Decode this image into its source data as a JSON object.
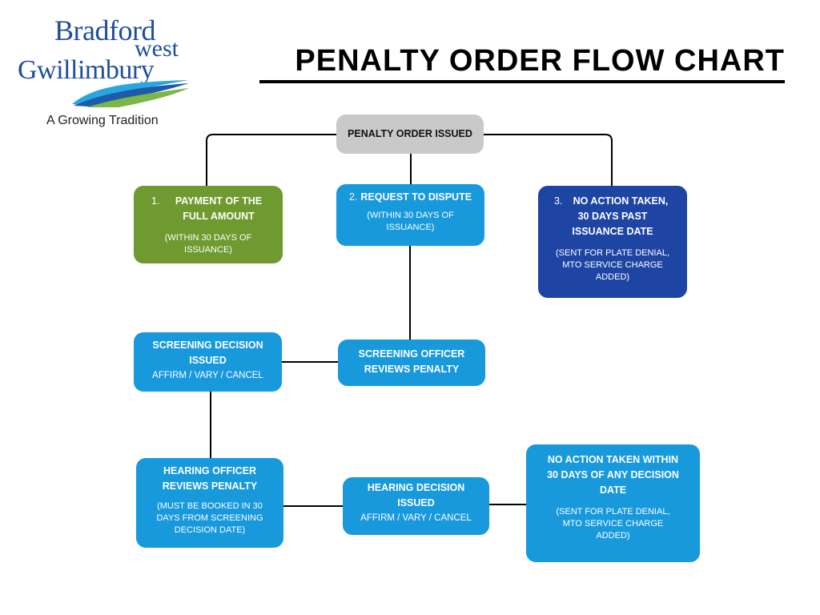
{
  "logo": {
    "line1": "Bradford",
    "line2": "west",
    "line3": "Gwillimbury",
    "tagline": "A Growing Tradition",
    "colors": {
      "text": "#1f4e9c",
      "swoosh_blue": "#1e5cab",
      "swoosh_green": "#7ab648",
      "swoosh_light": "#2aa6de"
    }
  },
  "title": "PENALTY ORDER FLOW CHART",
  "colors": {
    "gray": "#c9c9c9",
    "green": "#6e9a2f",
    "blue": "#1799dc",
    "navy": "#1e45a3",
    "connector": "#000000"
  },
  "boxes": {
    "issued": {
      "title": "PENALTY ORDER ISSUED"
    },
    "payment": {
      "number": "1.",
      "title_line1": "PAYMENT OF THE",
      "title_line2": "FULL AMOUNT",
      "note": "(WITHIN 30 DAYS OF ISSUANCE)"
    },
    "dispute": {
      "number": "2.",
      "title": "REQUEST TO DISPUTE",
      "note": "(WITHIN 30 DAYS OF ISSUANCE)"
    },
    "no_action": {
      "number": "3.",
      "title_line1": "NO ACTION TAKEN,",
      "title_line2": "30 DAYS PAST",
      "title_line3": "ISSUANCE DATE",
      "note": "(SENT FOR PLATE DENIAL, MTO SERVICE CHARGE ADDED)"
    },
    "screening_officer": {
      "title": "SCREENING OFFICER REVIEWS PENALTY"
    },
    "screening_decision": {
      "title": "SCREENING DECISION ISSUED",
      "note": "AFFIRM / VARY / CANCEL"
    },
    "hearing_officer": {
      "title": "HEARING OFFICER REVIEWS PENALTY",
      "note": "(MUST BE BOOKED IN 30 DAYS FROM SCREENING DECISION DATE)"
    },
    "hearing_decision": {
      "title": "HEARING DECISION ISSUED",
      "note": "AFFIRM / VARY / CANCEL"
    },
    "no_action_decision": {
      "title": "NO ACTION TAKEN WITHIN 30 DAYS OF ANY DECISION DATE",
      "note": "(SENT FOR PLATE DENIAL, MTO SERVICE CHARGE ADDED)"
    }
  }
}
